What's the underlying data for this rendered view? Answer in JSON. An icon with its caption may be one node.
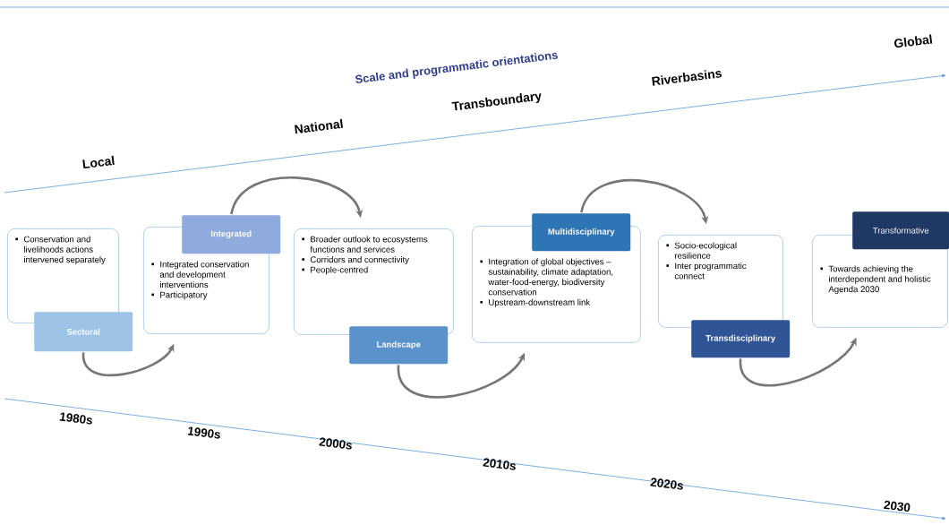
{
  "diagram": {
    "nodes": [
      {
        "text": [
          "Conservation and livelihoods actions intervened separately"
        ]
      },
      {
        "text": [
          "Sectoral"
        ]
      },
      {
        "text": [
          "Integrated conservation and development interventions",
          "Participatory"
        ]
      },
      {
        "text": [
          "Integrated"
        ]
      },
      {
        "text": [
          "Broader outlook to ecosystems functions and services",
          "Corridors and connectivity",
          "People-centred"
        ]
      },
      {
        "text": [
          "Landscape"
        ]
      },
      {
        "text": [
          "Integration of global objectives – sustainability, climate adaptation, water-food-energy, biodiversity conservation",
          "Upstream-downstream link"
        ]
      },
      {
        "text": [
          "Multidisciplinary"
        ]
      },
      {
        "text": [
          "Socio-ecological resilience",
          "Inter programmatic connect"
        ]
      },
      {
        "text": [
          "Transdisciplinary"
        ]
      },
      {
        "text": [
          "Towards achieving the interdependent and holistic Agenda 2030"
        ]
      },
      {
        "text": [
          "Transformative"
        ]
      }
    ],
    "edges": [
      {
        "from": 1,
        "to": 2,
        "arrow": "to"
      },
      {
        "from": 3,
        "to": 4,
        "arrow": "to"
      },
      {
        "from": 5,
        "to": 6,
        "arrow": "to"
      },
      {
        "from": 7,
        "to": 8,
        "arrow": "to"
      },
      {
        "from": 9,
        "to": 10,
        "arrow": "to"
      }
    ],
    "labels": [
      "Scale and programmatic orientations",
      "Local",
      "National",
      "Transboundary",
      "Riverbasins",
      "Global",
      "1980s",
      "1990s",
      "2000s",
      "2010s",
      "2020s",
      "2030"
    ]
  }
}
